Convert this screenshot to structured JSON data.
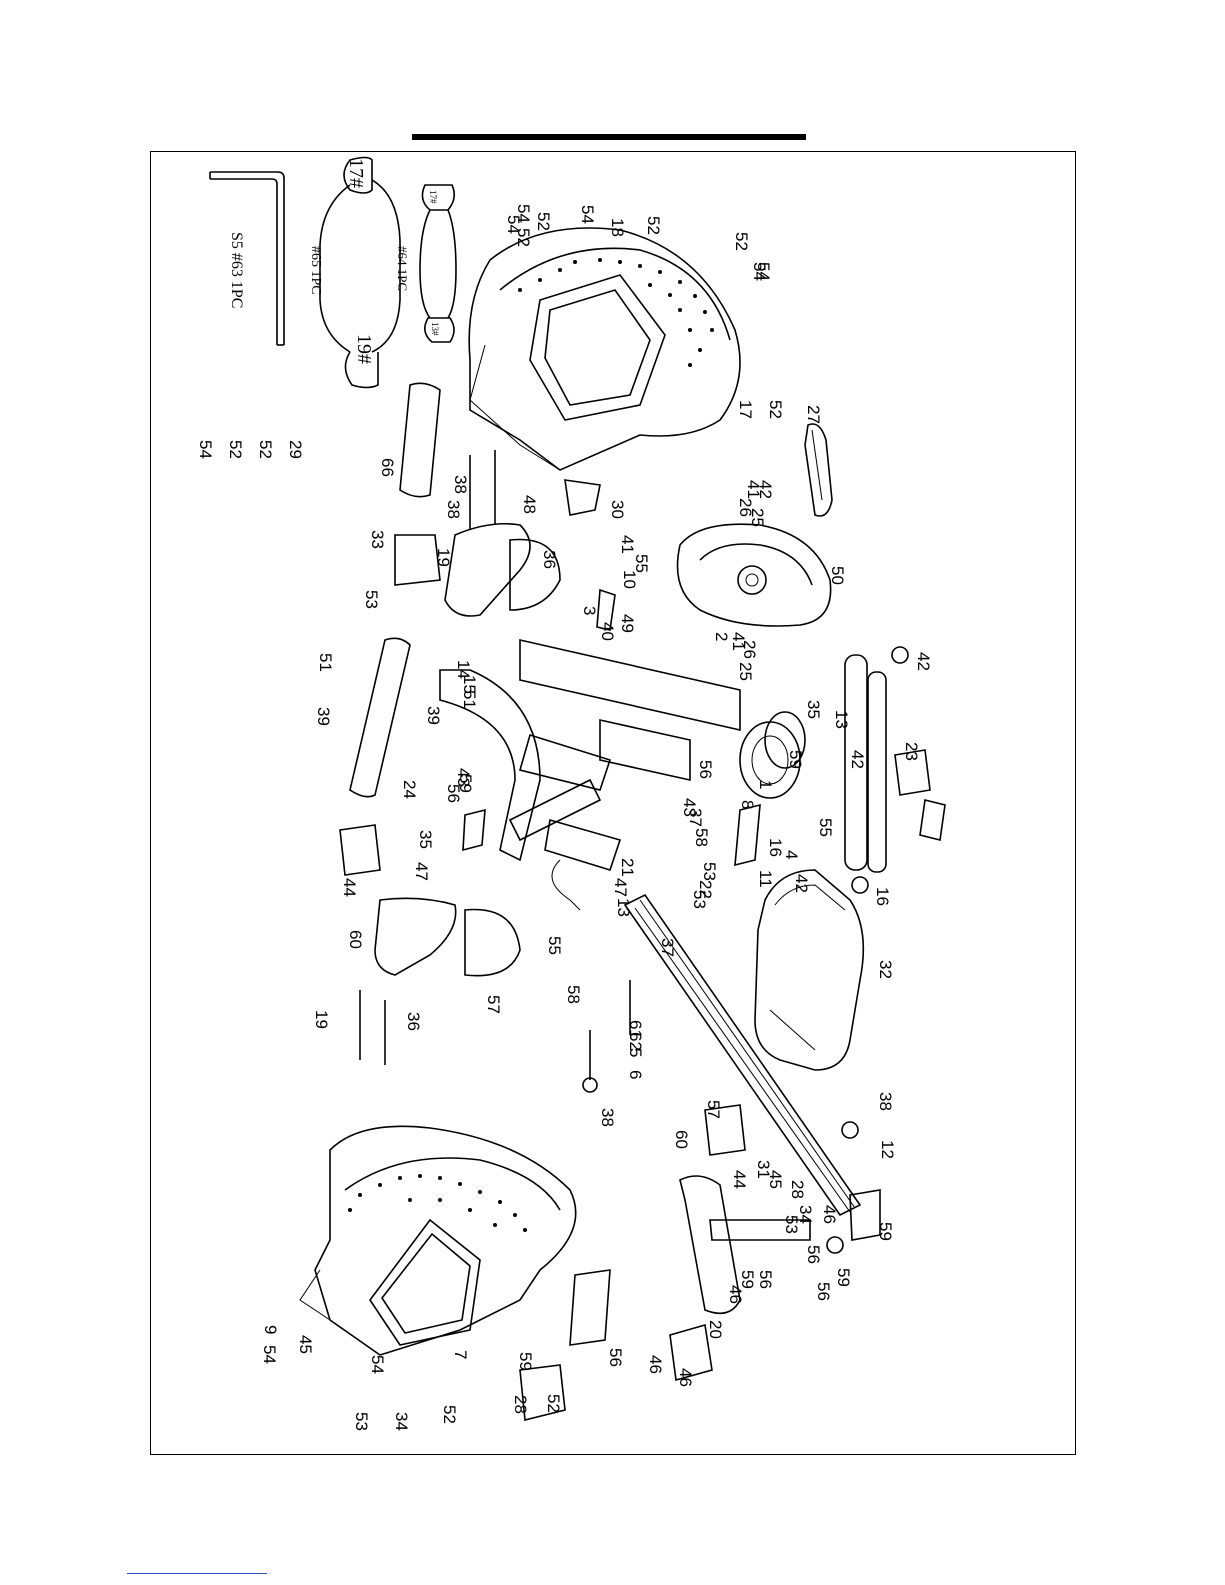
{
  "tools": {
    "hex_key": "S5 #63 1PC",
    "wrench_large": "#65 1PC",
    "wrench_large_end_a": "17#",
    "wrench_large_end_b": "19#",
    "wrench_small": "#64 1PC",
    "wrench_small_end_a": "17#",
    "wrench_small_end_b": "13#"
  },
  "callouts": [
    "54",
    "52",
    "52",
    "54",
    "54",
    "54",
    "18",
    "52",
    "52",
    "54",
    "27",
    "42",
    "41",
    "26",
    "25",
    "30",
    "48",
    "38",
    "38",
    "66",
    "19",
    "33",
    "36",
    "53",
    "41",
    "55",
    "10",
    "3",
    "49",
    "40",
    "50",
    "2",
    "41",
    "26",
    "25",
    "42",
    "13",
    "35",
    "42",
    "23",
    "51",
    "14",
    "15",
    "51",
    "39",
    "56",
    "59",
    "43",
    "24",
    "39",
    "56",
    "59",
    "43",
    "8",
    "37",
    "1",
    "58",
    "55",
    "16",
    "4",
    "42",
    "11",
    "16",
    "35",
    "47",
    "21",
    "47",
    "13",
    "53",
    "22",
    "53",
    "44",
    "60",
    "57",
    "55",
    "58",
    "37",
    "32",
    "19",
    "36",
    "61",
    "62",
    "5",
    "6",
    "38",
    "38",
    "12",
    "57",
    "60",
    "44",
    "31",
    "45",
    "28",
    "34",
    "53",
    "46",
    "59",
    "56",
    "56",
    "59",
    "46",
    "59",
    "56",
    "20",
    "56",
    "59",
    "46",
    "46",
    "28",
    "45",
    "9",
    "7",
    "54",
    "53",
    "34",
    "52",
    "54",
    "52",
    "17",
    "52",
    "54",
    "52",
    "52",
    "29"
  ]
}
